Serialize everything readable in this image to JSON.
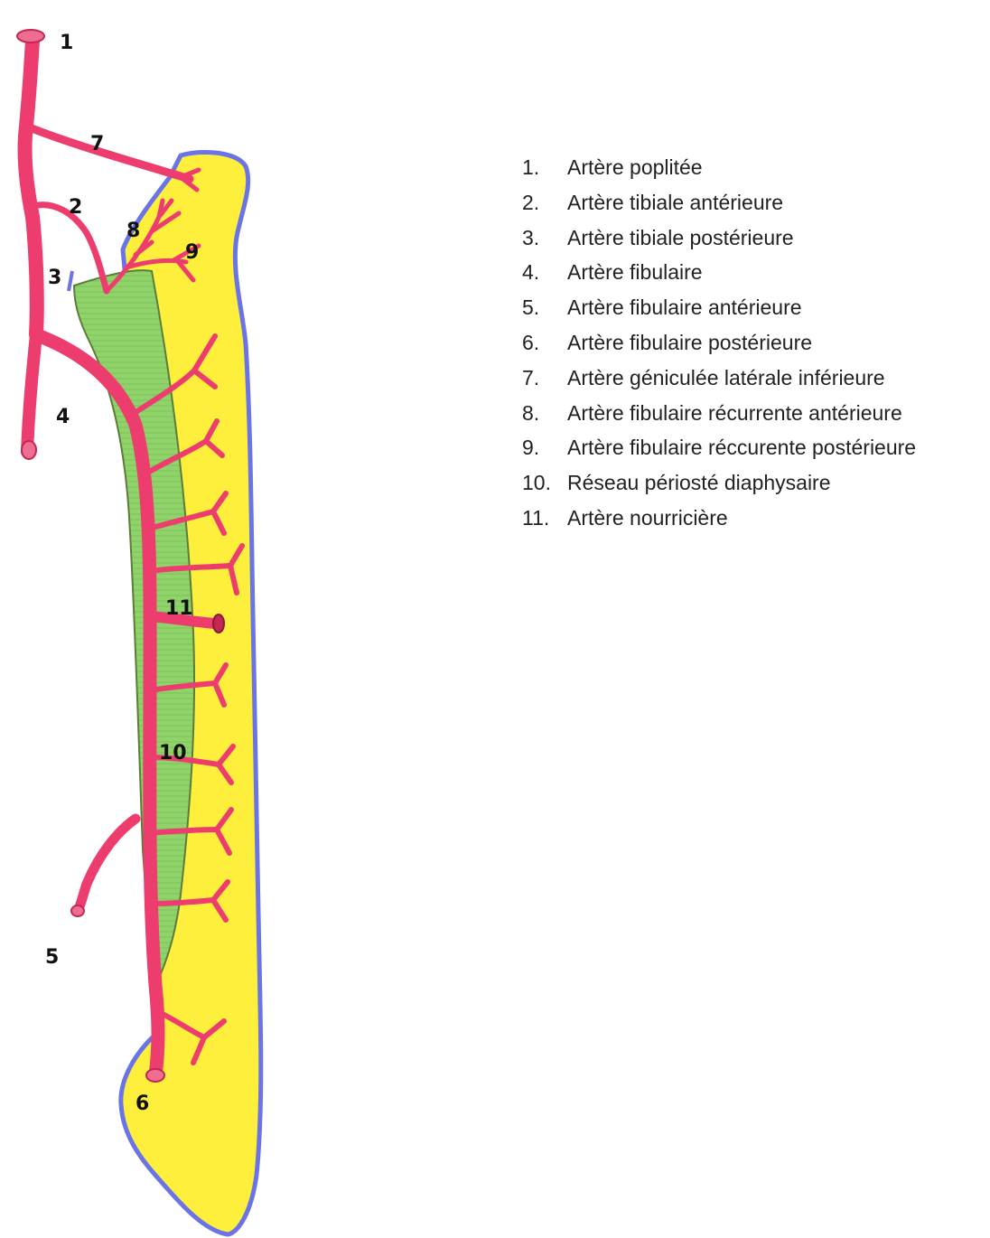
{
  "colors": {
    "bone_fill": "#ffef3d",
    "bone_outline": "#6a74e6",
    "cortex_fill": "#8fd36a",
    "artery": "#ec3d6e",
    "artery_dark": "#c22852"
  },
  "callouts": [
    "1",
    "2",
    "3",
    "4",
    "5",
    "6",
    "7",
    "8",
    "9",
    "10",
    "11"
  ],
  "legend": [
    {
      "num": "1.",
      "text": "Artère poplitée"
    },
    {
      "num": "2.",
      "text": "Artère tibiale antérieure"
    },
    {
      "num": "3.",
      "text": "Artère tibiale postérieure"
    },
    {
      "num": "4.",
      "text": "Artère fibulaire"
    },
    {
      "num": "5.",
      "text": "Artère fibulaire antérieure"
    },
    {
      "num": "6.",
      "text": "Artère fibulaire postérieure"
    },
    {
      "num": "7.",
      "text": "Artère géniculée latérale inférieure"
    },
    {
      "num": "8.",
      "text": "Artère fibulaire récurrente antérieure"
    },
    {
      "num": "9.",
      "text": "Artère fibulaire réccurente postérieure"
    },
    {
      "num": "10.",
      "text": "Réseau périosté diaphysaire"
    },
    {
      "num": "11.",
      "text": "Artère nourricière"
    }
  ]
}
